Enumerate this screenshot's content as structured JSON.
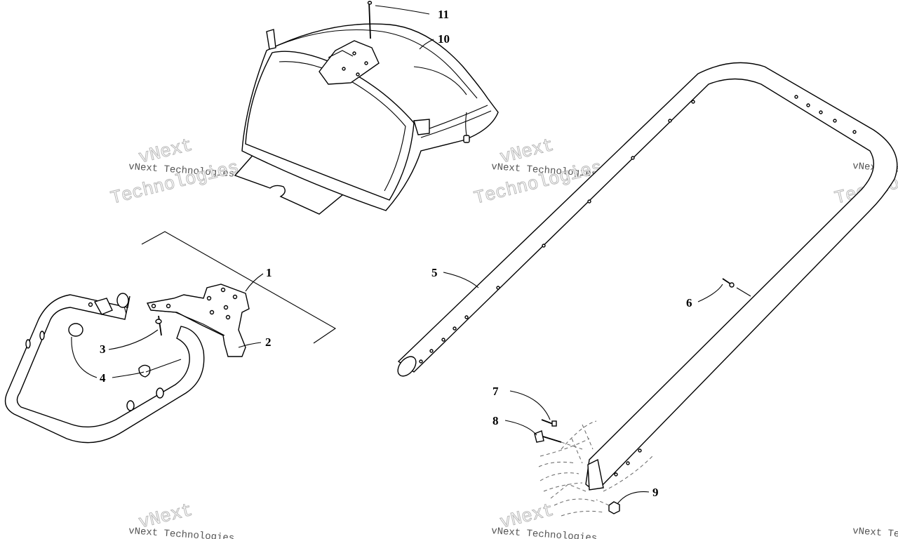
{
  "callouts": {
    "c1": "1",
    "c2": "2",
    "c3": "3",
    "c4": "4",
    "c5": "5",
    "c6": "6",
    "c7": "7",
    "c8": "8",
    "c9": "9",
    "c10": "10",
    "c11": "11"
  },
  "watermark": {
    "small": "vNext Technologies",
    "top": "vNext",
    "bottom": "Technologies"
  }
}
